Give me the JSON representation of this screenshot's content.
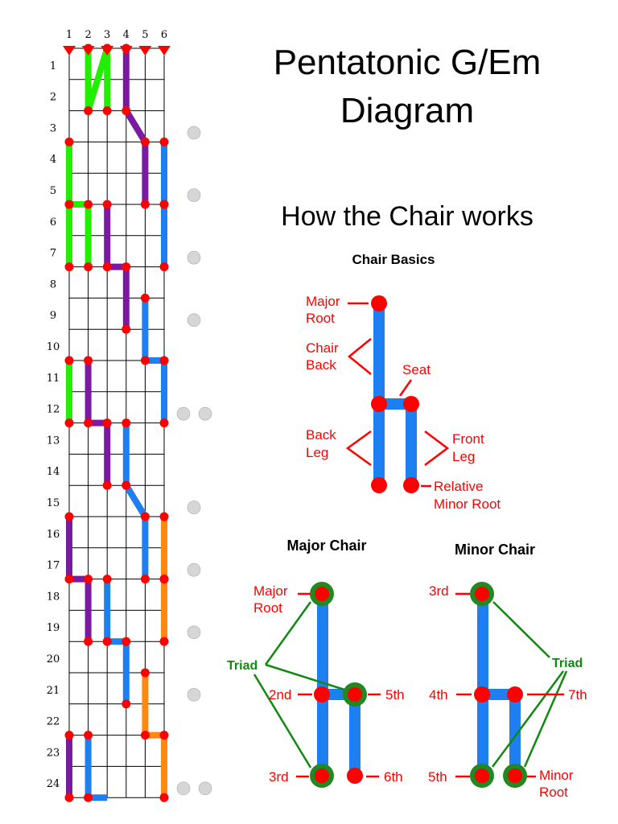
{
  "title": {
    "line1": "Pentatonic G/Em",
    "line2": "Diagram"
  },
  "subtitle": "How the Chair works",
  "fretboard": {
    "string_labels": [
      "1",
      "2",
      "3",
      "4",
      "5",
      "6"
    ],
    "fret_labels": [
      "1",
      "2",
      "3",
      "4",
      "5",
      "6",
      "7",
      "8",
      "9",
      "10",
      "11",
      "12",
      "13",
      "14",
      "15",
      "16",
      "17",
      "18",
      "19",
      "20",
      "21",
      "22",
      "23",
      "24"
    ],
    "inlay_frets": [
      3,
      5,
      7,
      9,
      12,
      15,
      17,
      19,
      21,
      24
    ],
    "double_inlay_frets": [
      12,
      24
    ],
    "colors": {
      "green": "#22ee00",
      "purple": "#7a1aa0",
      "blue": "#1e7ff0",
      "orange": "#ff8811",
      "dot": "#ff0000",
      "marker": "#ff0000",
      "inlay": "#d6d6d6"
    },
    "chairs": [
      {
        "color": "green",
        "col": 1,
        "back": [
          5,
          7
        ],
        "front": [
          5,
          7
        ],
        "seat": 5
      },
      {
        "color": "green",
        "col": 1,
        "back": [
          10,
          12
        ],
        "front": null,
        "seat": null
      },
      {
        "color": "green",
        "col": 2,
        "back": [
          0,
          2
        ],
        "front": [
          0,
          2
        ],
        "seat": null
      },
      {
        "color": "green",
        "col": 1,
        "back": [
          3,
          5
        ],
        "front": null,
        "seat": null
      },
      {
        "color": "purple",
        "col": 3,
        "back": [
          5,
          7
        ],
        "front": [
          7,
          9
        ],
        "seat": 7
      },
      {
        "color": "purple",
        "col": 2,
        "back": [
          10,
          12
        ],
        "front": [
          12,
          14
        ],
        "seat": 12
      },
      {
        "color": "purple",
        "col": 1,
        "back": [
          15,
          17
        ],
        "front": [
          17,
          19
        ],
        "seat": 17
      },
      {
        "color": "purple",
        "col": 4,
        "back": [
          0,
          2
        ],
        "front": [
          3,
          5
        ],
        "seat": null
      },
      {
        "color": "purple",
        "col": 1,
        "back": [
          22,
          24
        ],
        "front": null,
        "seat": null
      },
      {
        "color": "blue",
        "col": 6,
        "back": [
          3,
          5
        ],
        "front": [
          5,
          7
        ],
        "seat": null
      },
      {
        "color": "blue",
        "col": 5,
        "back": [
          8,
          10
        ],
        "front": [
          10,
          12
        ],
        "seat": 10
      },
      {
        "color": "blue",
        "col": 4,
        "back": [
          12,
          14
        ],
        "front": [
          15,
          17
        ],
        "seat": null
      },
      {
        "color": "blue",
        "col": 3,
        "back": [
          17,
          19
        ],
        "front": [
          19,
          21
        ],
        "seat": 19
      },
      {
        "color": "blue",
        "col": 2,
        "back": [
          22,
          24
        ],
        "front": null,
        "seat": 24
      },
      {
        "color": "orange",
        "col": 6,
        "back": [
          15,
          17
        ],
        "front": [
          17,
          19
        ],
        "seat": null
      },
      {
        "color": "orange",
        "col": 5,
        "back": [
          20,
          22
        ],
        "front": [
          22,
          24
        ],
        "seat": 22
      }
    ]
  },
  "chair_basics": {
    "heading": "Chair Basics",
    "major_root_line1": "Major",
    "major_root_line2": "Root",
    "chair_back_line1": "Chair",
    "chair_back_line2": "Back",
    "seat": "Seat",
    "back_leg_line1": "Back",
    "back_leg_line2": "Leg",
    "front_leg_line1": "Front",
    "front_leg_line2": "Leg",
    "relative_minor_line1": "Relative",
    "relative_minor_line2": "Minor Root"
  },
  "major_chair": {
    "heading": "Major Chair",
    "major_root_line1": "Major",
    "major_root_line2": "Root",
    "triad": "Triad",
    "second": "2nd",
    "third": "3rd",
    "fifth": "5th",
    "sixth": "6th"
  },
  "minor_chair": {
    "heading": "Minor Chair",
    "third": "3rd",
    "fourth": "4th",
    "fifth": "5th",
    "seventh": "7th",
    "triad": "Triad",
    "minor_root_line1": "Minor",
    "minor_root_line2": "Root"
  }
}
